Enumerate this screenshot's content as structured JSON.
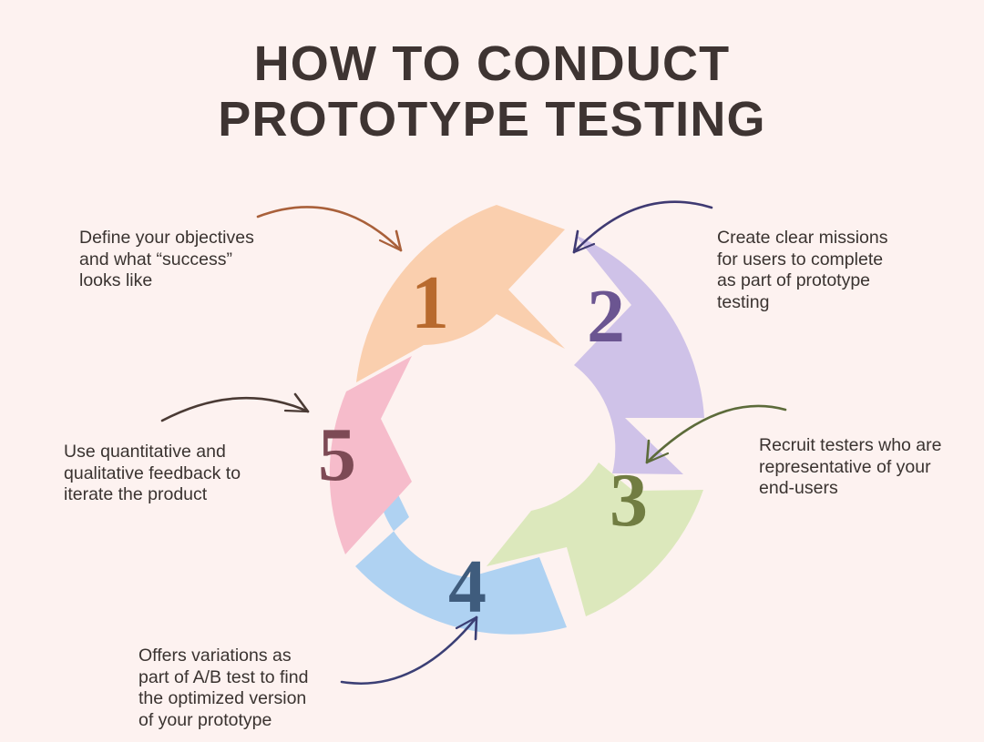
{
  "page": {
    "background_color": "#fdf2f0",
    "text_color": "#3a3330"
  },
  "title": {
    "line1": "HOW TO CONDUCT",
    "line2": "PROTOTYPE TESTING",
    "color": "#3e3432"
  },
  "steps": [
    {
      "number": "1",
      "segment_color": "#facfae",
      "number_color": "#b86a2e",
      "arrow_color": "#a9603a",
      "text_lines": [
        "Define your objectives",
        "and what “success”",
        "looks like"
      ]
    },
    {
      "number": "2",
      "segment_color": "#cfc2e8",
      "number_color": "#6b5591",
      "arrow_color": "#3f3a72",
      "text_lines": [
        "Create clear missions",
        "for users to complete",
        "as part of prototype",
        "testing"
      ]
    },
    {
      "number": "3",
      "segment_color": "#dce8bc",
      "number_color": "#717d42",
      "arrow_color": "#5c6b3a",
      "text_lines": [
        "Recruit testers who are",
        "representative of your",
        "end-users"
      ]
    },
    {
      "number": "4",
      "segment_color": "#afd2f2",
      "number_color": "#3f5c7d",
      "arrow_color": "#3b3f75",
      "text_lines": [
        "Offers variations as",
        "part of A/B test to find",
        "the optimized version",
        "of your prototype"
      ]
    },
    {
      "number": "5",
      "segment_color": "#f6bccb",
      "number_color": "#7d4a55",
      "arrow_color": "#4a3a34",
      "text_lines": [
        "Use quantitative and",
        "qualitative feedback to",
        "iterate the product"
      ]
    }
  ],
  "chart_data": {
    "type": "pie",
    "title": "HOW TO CONDUCT PROTOTYPE TESTING",
    "categories": [
      "1",
      "2",
      "3",
      "4",
      "5"
    ],
    "values": [
      20,
      20,
      20,
      20,
      20
    ],
    "labels": [
      "Define your objectives and what “success” looks like",
      "Create clear missions for users to complete as part of prototype testing",
      "Recruit testers who are representative of your end-users",
      "Offers variations as part of A/B test to find the optimized version of your prototype",
      "Use quantitative and qualitative feedback to iterate the product"
    ],
    "colors": [
      "#facfae",
      "#cfc2e8",
      "#dce8bc",
      "#afd2f2",
      "#f6bccb"
    ],
    "donut": true,
    "legend": "none",
    "grid": false
  }
}
